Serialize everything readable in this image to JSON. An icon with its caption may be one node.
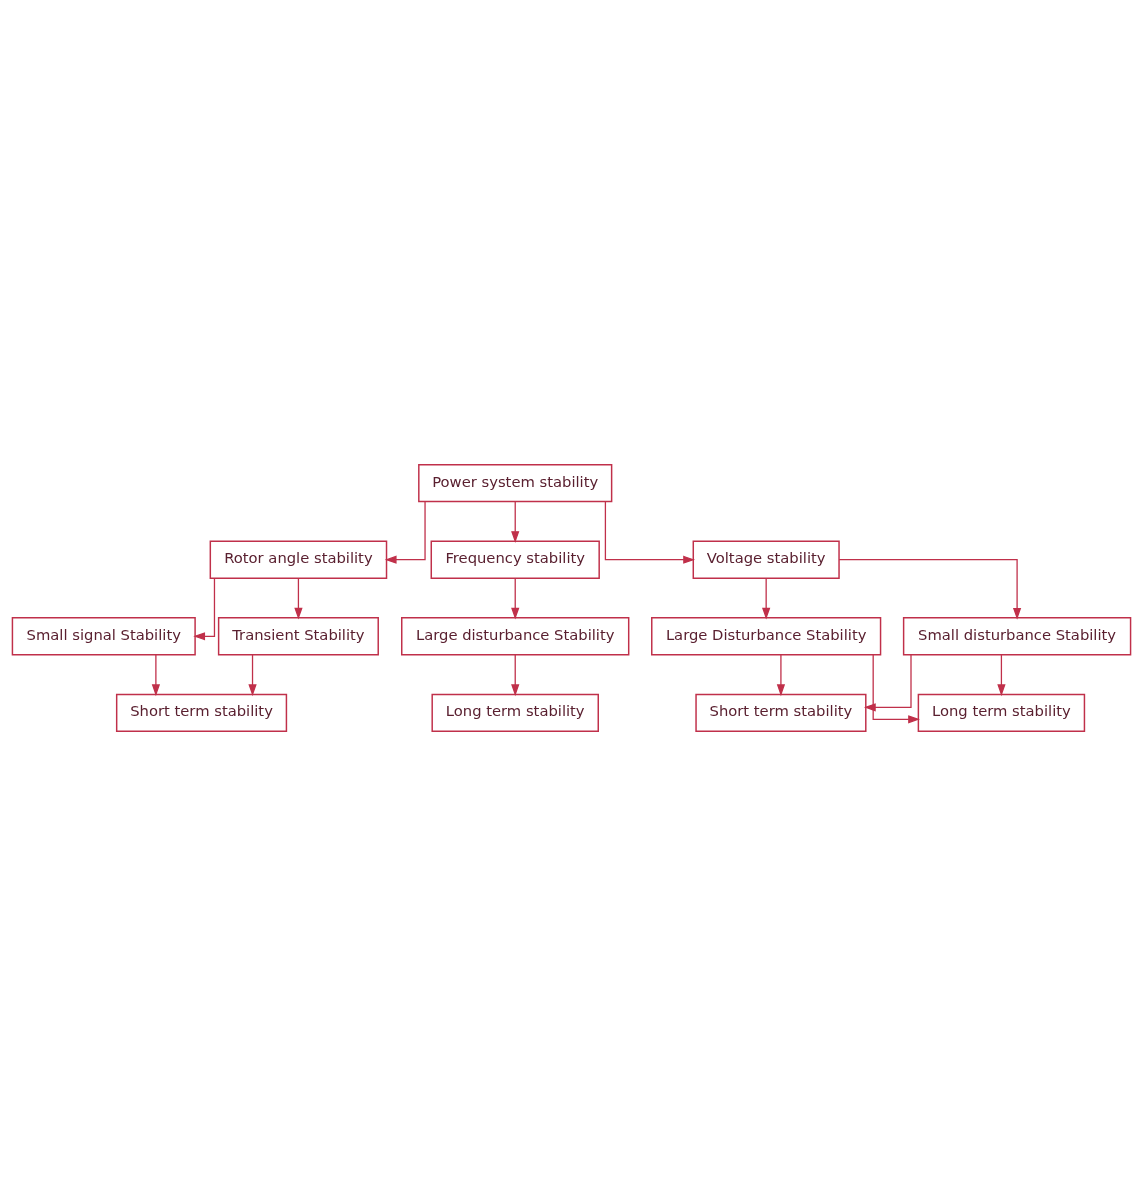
{
  "diagram": {
    "nodes": [
      {
        "text": [
          "Power system stability"
        ]
      },
      {
        "text": [
          "Rotor angle stability"
        ]
      },
      {
        "text": [
          "Frequency stability"
        ]
      },
      {
        "text": [
          "Voltage stability"
        ]
      },
      {
        "text": [
          "Small signal Stability"
        ]
      },
      {
        "text": [
          "Transient Stability"
        ]
      },
      {
        "text": [
          "Large disturbance Stability"
        ]
      },
      {
        "text": [
          "Large Disturbance Stability"
        ]
      },
      {
        "text": [
          "Small disturbance Stability"
        ]
      },
      {
        "text": [
          "Short term stability"
        ]
      },
      {
        "text": [
          "Long term stability"
        ]
      },
      {
        "text": [
          "Short term stability"
        ]
      },
      {
        "text": [
          "Long term stability"
        ]
      }
    ],
    "edges": [
      {
        "from": 0,
        "to": 1,
        "arrow": "to"
      },
      {
        "from": 0,
        "to": 2,
        "arrow": "to"
      },
      {
        "from": 0,
        "to": 3,
        "arrow": "to"
      },
      {
        "from": 1,
        "to": 4,
        "arrow": "to"
      },
      {
        "from": 1,
        "to": 5,
        "arrow": "to"
      },
      {
        "from": 2,
        "to": 6,
        "arrow": "to"
      },
      {
        "from": 3,
        "to": 7,
        "arrow": "to"
      },
      {
        "from": 3,
        "to": 8,
        "arrow": "to"
      },
      {
        "from": 4,
        "to": 9,
        "arrow": "to"
      },
      {
        "from": 5,
        "to": 9,
        "arrow": "to"
      },
      {
        "from": 6,
        "to": 10,
        "arrow": "to"
      },
      {
        "from": 7,
        "to": 11,
        "arrow": "to"
      },
      {
        "from": 7,
        "to": 12,
        "arrow": "to"
      },
      {
        "from": 8,
        "to": 11,
        "arrow": "to"
      },
      {
        "from": 8,
        "to": 12,
        "arrow": "to"
      }
    ]
  }
}
